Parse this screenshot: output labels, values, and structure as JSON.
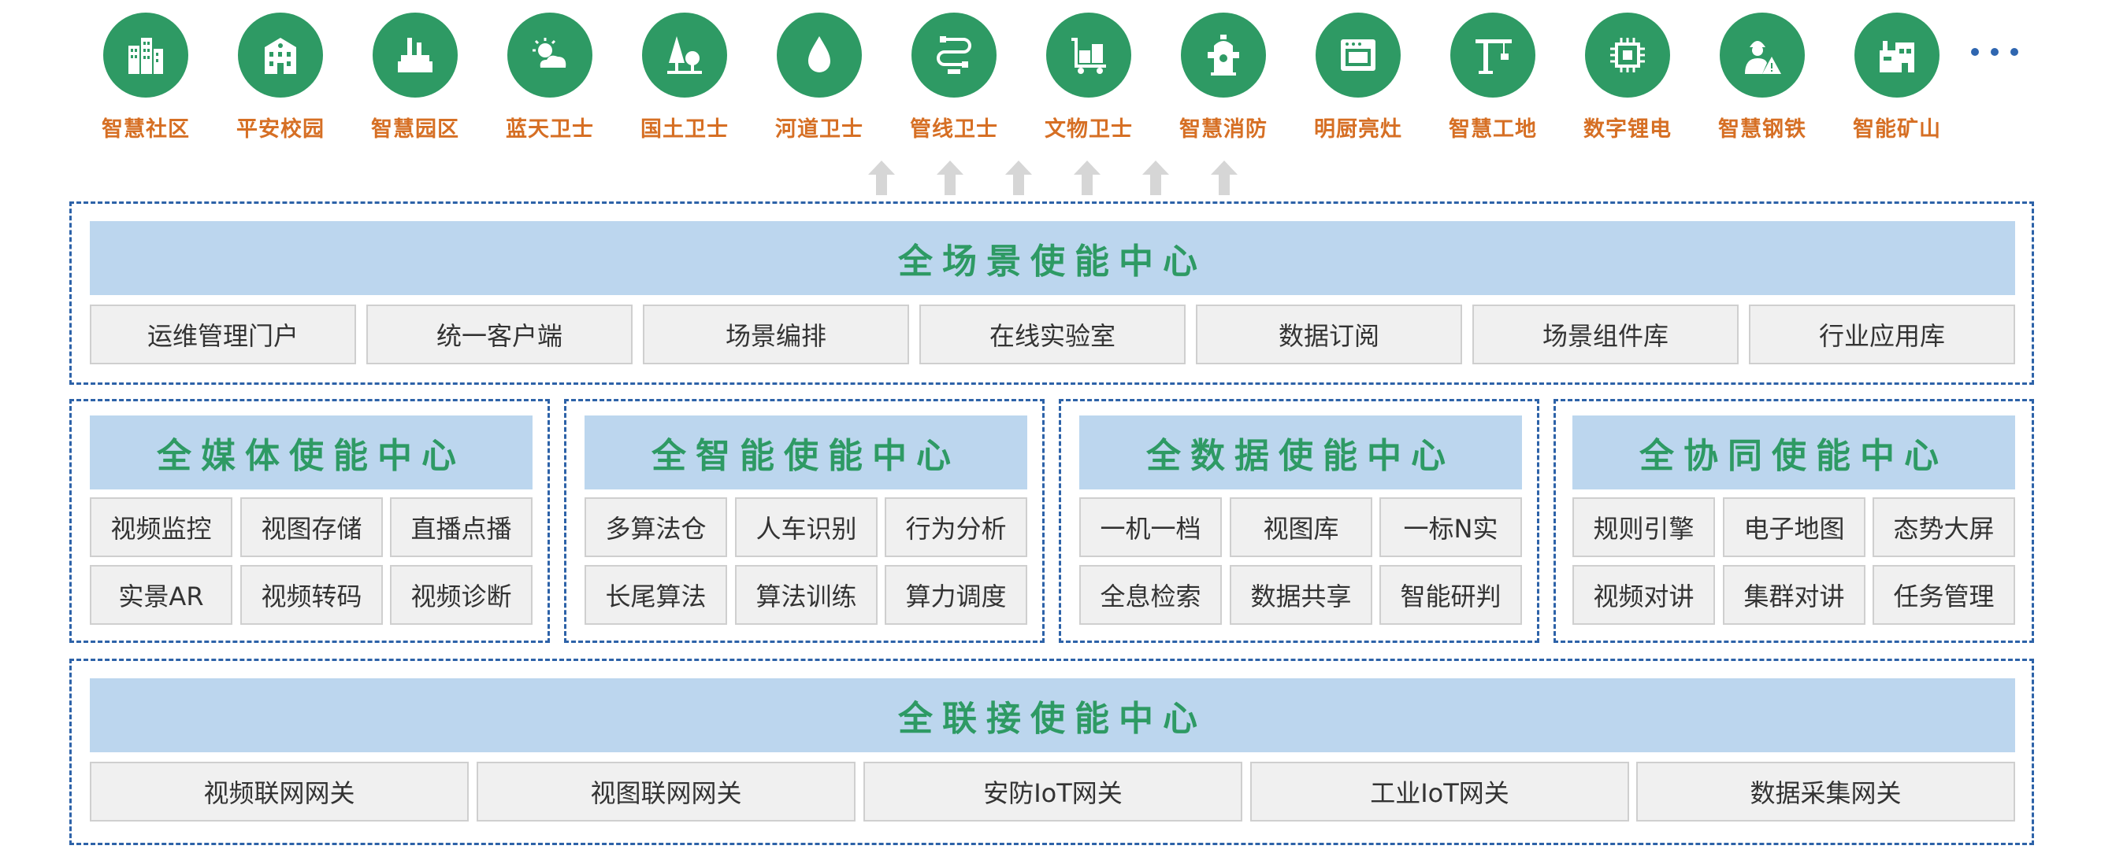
{
  "scenarios": [
    {
      "label": "智慧社区",
      "icon": "buildings-icon"
    },
    {
      "label": "平安校园",
      "icon": "school-icon"
    },
    {
      "label": "智慧园区",
      "icon": "factory-icon"
    },
    {
      "label": "蓝天卫士",
      "icon": "sun-cloud-icon"
    },
    {
      "label": "国土卫士",
      "icon": "tree-icon"
    },
    {
      "label": "河道卫士",
      "icon": "water-drop-icon"
    },
    {
      "label": "管线卫士",
      "icon": "pipeline-icon"
    },
    {
      "label": "文物卫士",
      "icon": "cart-boxes-icon"
    },
    {
      "label": "智慧消防",
      "icon": "hydrant-icon"
    },
    {
      "label": "明厨亮灶",
      "icon": "oven-icon"
    },
    {
      "label": "智慧工地",
      "icon": "crane-icon"
    },
    {
      "label": "数字锂电",
      "icon": "chip-icon"
    },
    {
      "label": "智慧钢铁",
      "icon": "worker-warning-icon"
    },
    {
      "label": "智能矿山",
      "icon": "mine-plant-icon"
    }
  ],
  "colors": {
    "green": "#2e9a64",
    "orange": "#d66f24",
    "band": "#bcd6ee",
    "border": "#2d62a8",
    "cell": "#f0f0f0"
  },
  "scene_center": {
    "title": "全场景使能中心",
    "items": [
      "运维管理门户",
      "统一客户端",
      "场景编排",
      "在线实验室",
      "数据订阅",
      "场景组件库",
      "行业应用库"
    ]
  },
  "centers": [
    {
      "title": "全媒体使能中心",
      "items": [
        "视频监控",
        "视图存储",
        "直播点播",
        "实景AR",
        "视频转码",
        "视频诊断"
      ]
    },
    {
      "title": "全智能使能中心",
      "items": [
        "多算法仓",
        "人车识别",
        "行为分析",
        "长尾算法",
        "算法训练",
        "算力调度"
      ]
    },
    {
      "title": "全数据使能中心",
      "items": [
        "一机一档",
        "视图库",
        "一标N实",
        "全息检索",
        "数据共享",
        "智能研判"
      ]
    },
    {
      "title": "全协同使能中心",
      "items": [
        "规则引擎",
        "电子地图",
        "态势大屏",
        "视频对讲",
        "集群对讲",
        "任务管理"
      ]
    }
  ],
  "connect_center": {
    "title": "全联接使能中心",
    "items": [
      "视频联网网关",
      "视图联网网关",
      "安防IoT网关",
      "工业IoT网关",
      "数据采集网关"
    ]
  }
}
